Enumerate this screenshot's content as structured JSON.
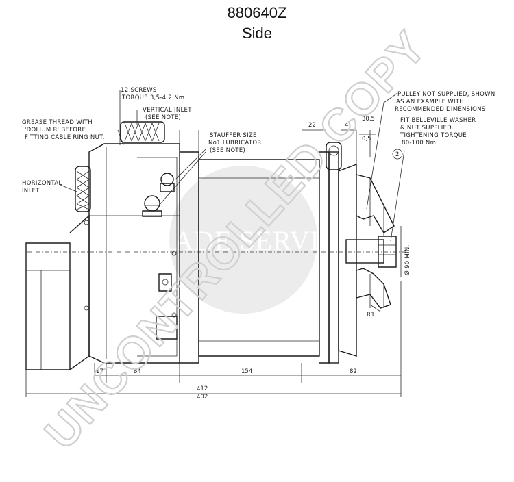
{
  "header": {
    "part_number": "880640Z",
    "view": "Side"
  },
  "annotations": {
    "screws": [
      "12 SCREWS",
      "TORQUE 3,5-4,2 Nm"
    ],
    "vertical_inlet": [
      "VERTICAL INLET",
      "(SEE NOTE)"
    ],
    "grease_thread": [
      "GREASE THREAD WITH",
      "'DOLIUM R' BEFORE",
      "FITTING CABLE RING NUT."
    ],
    "horizontal_inlet": [
      "HORIZONTAL",
      "INLET"
    ],
    "stauffer": [
      "STAUFFER SIZE",
      "No1 LUBRICATOR",
      "(SEE NOTE)"
    ],
    "pulley": [
      "PULLEY NOT SUPPLIED, SHOWN",
      "AS AN EXAMPLE WITH",
      "RECOMMENDED DIMENSIONS"
    ],
    "belleville": [
      "FIT BELLEVILLE WASHER",
      "& NUT SUPPLIED.",
      "TIGHTENING TORQUE",
      "80-100 Nm."
    ],
    "callout_2": "2",
    "r1_label": "R1",
    "diameter_min": "Ø 90 MIN."
  },
  "dimensions": {
    "d22": "22",
    "d4": "4",
    "d30_5": "30,5",
    "d0_5": "0,5",
    "d17": "17",
    "d84": "84",
    "d154": "154",
    "d82": "82",
    "d412": "412",
    "d402": "402"
  },
  "watermark": {
    "diagonal": "UNCONTROLLED COPY",
    "seal": "TRADE SERVICE"
  }
}
